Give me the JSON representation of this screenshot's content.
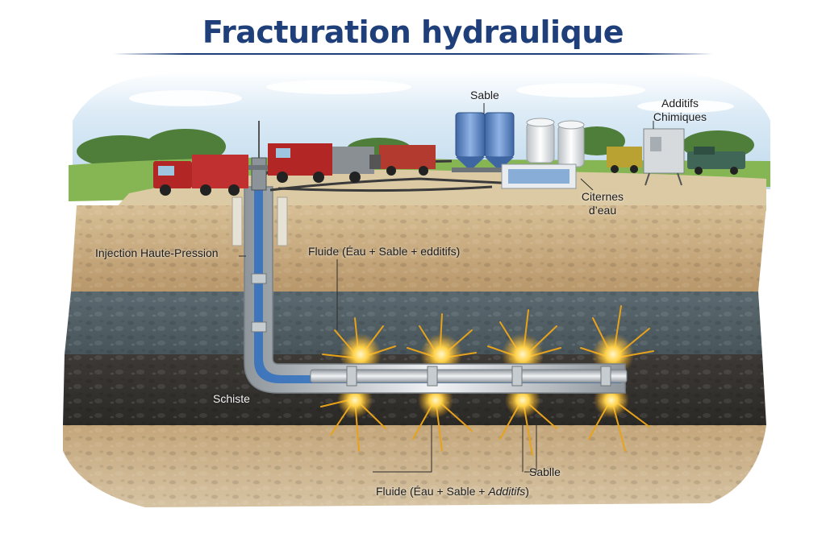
{
  "title": "Fracturation hydraulique",
  "labels": {
    "sable_top": "Sable",
    "additifs_line1": "Additifs",
    "additifs_line2": "Chimiques",
    "citernes_line1": "Citernes",
    "citernes_line2": "d’eau",
    "injection": "Injection Haute-Pression",
    "fluide_top": "Fluide (Éau + Sable + edditifs)",
    "schiste": "Schiste",
    "sablle": "Sablle",
    "fluide_bottom_prefix": "Fluide (Éau + Sable + ",
    "fluide_bottom_italic": "Additifs",
    "fluide_bottom_suffix": ")"
  },
  "colors": {
    "title": "#1f3f7a",
    "sky": "#cfe3f2",
    "grass": "#7fb04f",
    "soil": "#c9ab80",
    "rock_layer": "#4f5d63",
    "shale": "#3a3a3a",
    "pipe": "#d9dde0",
    "fluid": "#2f6fc0",
    "fracture": "#f2b21c",
    "truck": "#b32626",
    "silo": "#5a86c4"
  },
  "icons": {
    "trucks": "pump-truck-icon",
    "silos": "sand-silo-icon",
    "tanks": "water-tank-icon",
    "chem": "chemical-additive-unit-icon",
    "fracture": "fracture-burst-icon"
  }
}
